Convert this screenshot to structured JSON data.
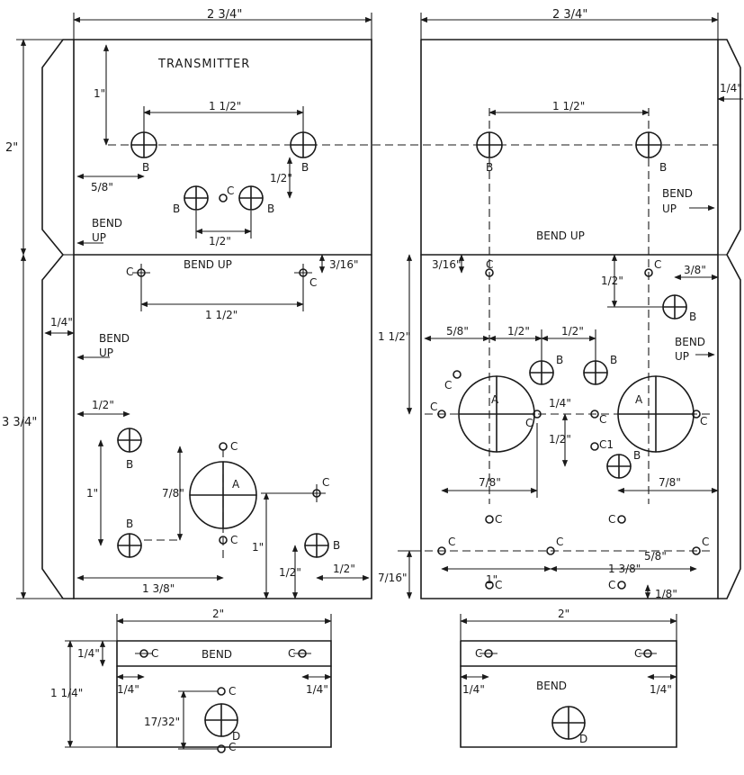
{
  "title": "TRANSMITTER",
  "bend_up": "BEND UP",
  "bend": "BEND",
  "up": "UP",
  "holes": {
    "a": "A",
    "b": "B",
    "c": "C",
    "c1": "C1",
    "d": "D"
  },
  "dims": {
    "w_2_3_4": "2 3/4\"",
    "w_2": "2\"",
    "h_2": "2\"",
    "h_3_3_4": "3 3/4\"",
    "h_1_1_4": "1 1/4\"",
    "d_1": "1\"",
    "d_1_1_2": "1 1/2\"",
    "d_1_2": "1/2\"",
    "d_5_8": "5/8\"",
    "d_3_16": "3/16\"",
    "d_1_4": "1/4\"",
    "d_3_8": "3/8\"",
    "d_7_8": "7/8\"",
    "d_1_3_8": "1 3/8\"",
    "d_7_16": "7/16\"",
    "d_1_8": "1/8\"",
    "d_17_32": "17/32\""
  }
}
